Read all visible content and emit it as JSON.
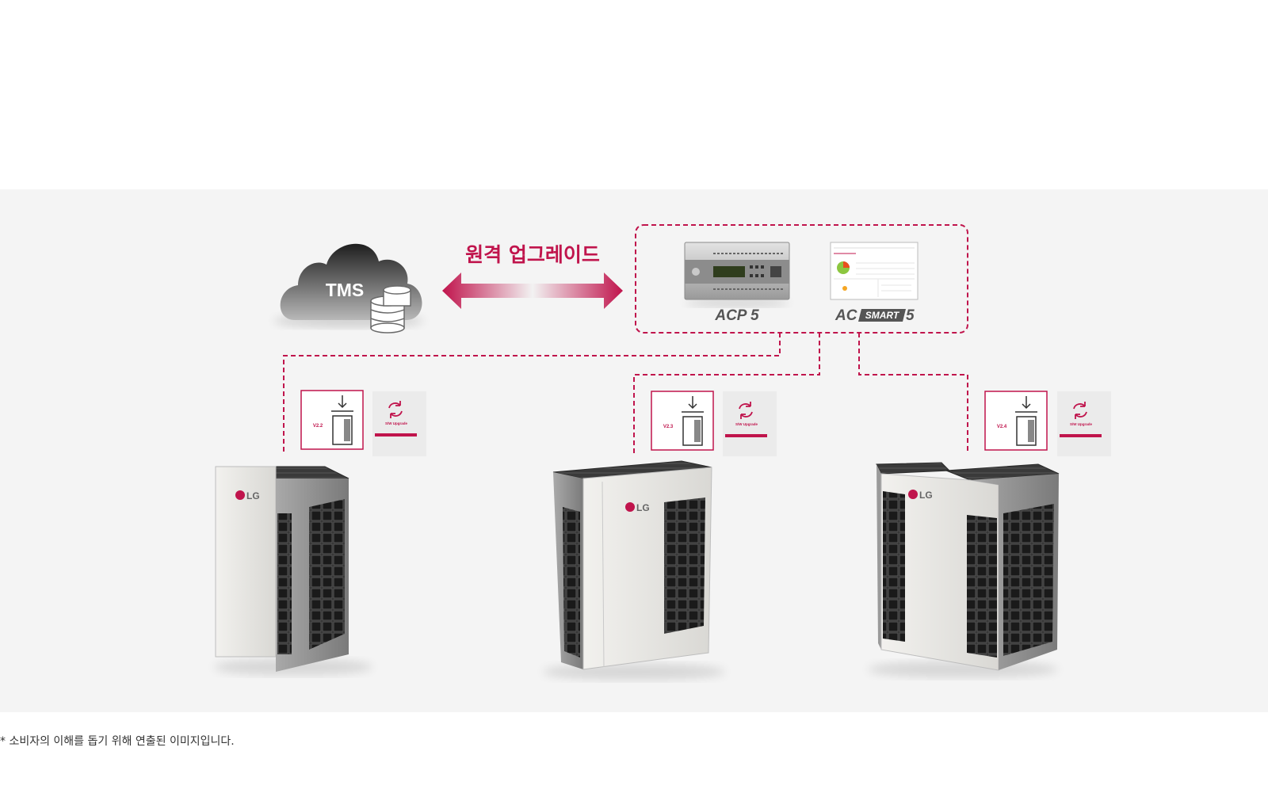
{
  "cloud": {
    "label": "TMS"
  },
  "upgrade_arrow": {
    "label": "원격 업그레이드",
    "accent": "#c0144c"
  },
  "controllers": {
    "acp": {
      "label": "ACP 5"
    },
    "acsmart": {
      "prefix": "AC",
      "badge": "SMART",
      "number": "5"
    }
  },
  "units": [
    {
      "version": "V2.2",
      "upgrade_label": "S/W Upgrade",
      "brand": "LG"
    },
    {
      "version": "V2.3",
      "upgrade_label": "S/W Upgrade",
      "brand": "LG"
    },
    {
      "version": "V2.4",
      "upgrade_label": "S/W Upgrade",
      "brand": "LG"
    }
  ],
  "footnote": "* 소비자의 이해를 돕기 위해 연출된 이미지입니다.",
  "colors": {
    "accent": "#c0144c",
    "panel": "#f4f4f4"
  }
}
